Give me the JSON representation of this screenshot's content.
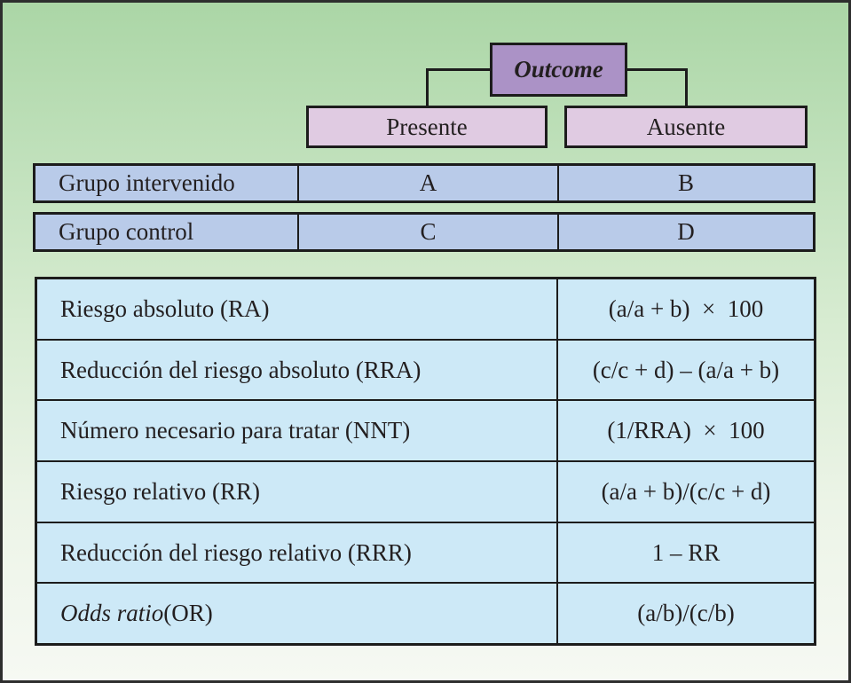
{
  "palette": {
    "background_top": "#abd6a6",
    "background_bottom": "#f6f9f3",
    "outcome_fill": "#ab92c6",
    "branch_fill": "#e0cbe2",
    "group_row_fill": "#b9cbe9",
    "measures_fill": "#cde9f7",
    "line_color": "#1c1c1c",
    "text_color": "#231f20"
  },
  "tree": {
    "root": "Outcome",
    "branches": {
      "present": "Presente",
      "absent": "Ausente"
    }
  },
  "groups": {
    "rows": [
      {
        "label": "Grupo intervenido",
        "present": "A",
        "absent": "B"
      },
      {
        "label": "Grupo control",
        "present": "C",
        "absent": "D"
      }
    ]
  },
  "measures": {
    "rows": [
      {
        "label_italic": "",
        "label": "Riesgo absoluto (RA)",
        "formula": "(a/a + b)  ×  100"
      },
      {
        "label_italic": "",
        "label": "Reducción del riesgo absoluto (RRA)",
        "formula": "(c/c + d) – (a/a + b)"
      },
      {
        "label_italic": "",
        "label": "Número necesario para tratar (NNT)",
        "formula": "(1/RRA)  ×  100"
      },
      {
        "label_italic": "",
        "label": "Riesgo relativo (RR)",
        "formula": "(a/a + b)/(c/c + d)"
      },
      {
        "label_italic": "",
        "label": "Reducción del riesgo relativo (RRR)",
        "formula": "1 – RR"
      },
      {
        "label_italic": "Odds ratio",
        "label": " (OR)",
        "formula": "(a/b)/(c/b)"
      }
    ]
  }
}
